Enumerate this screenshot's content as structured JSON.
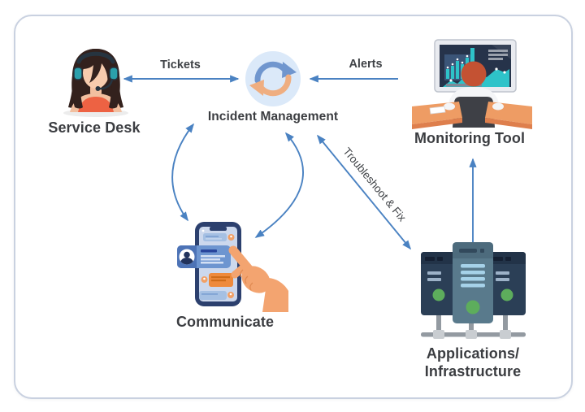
{
  "diagram": {
    "nodes": {
      "service_desk": {
        "label": "Service Desk"
      },
      "incident_management": {
        "label": "Incident Management"
      },
      "monitoring_tool": {
        "label": "Monitoring Tool"
      },
      "communicate": {
        "label": "Communicate"
      },
      "applications_infrastructure": {
        "label_line1": "Applications/",
        "label_line2": "Infrastructure"
      }
    },
    "edges": {
      "tickets": {
        "label": "Tickets",
        "direction": "bidirectional"
      },
      "alerts": {
        "label": "Alerts",
        "direction": "toward-incident-management"
      },
      "troubleshoot": {
        "label": "Troubleshoot & Fix",
        "direction": "bidirectional"
      },
      "communicate_cycle_left": {
        "direction": "bidirectional"
      },
      "communicate_cycle_right": {
        "direction": "bidirectional"
      },
      "infrastructure_to_monitoring": {
        "direction": "upward"
      }
    },
    "colors": {
      "arrow": "#4a82c2",
      "label_text": "#3b3d41",
      "card_border": "#c9d1e0",
      "incident_icon_circle": "#dbe9f9",
      "incident_icon_arrow_blue": "#7096ce",
      "incident_icon_arrow_orange": "#efae81",
      "server_green": "#5dad5c",
      "desk_orange": "#ee9c64",
      "chat_orange": "#ee8a3c",
      "chat_blue": "#6d95d0"
    }
  }
}
